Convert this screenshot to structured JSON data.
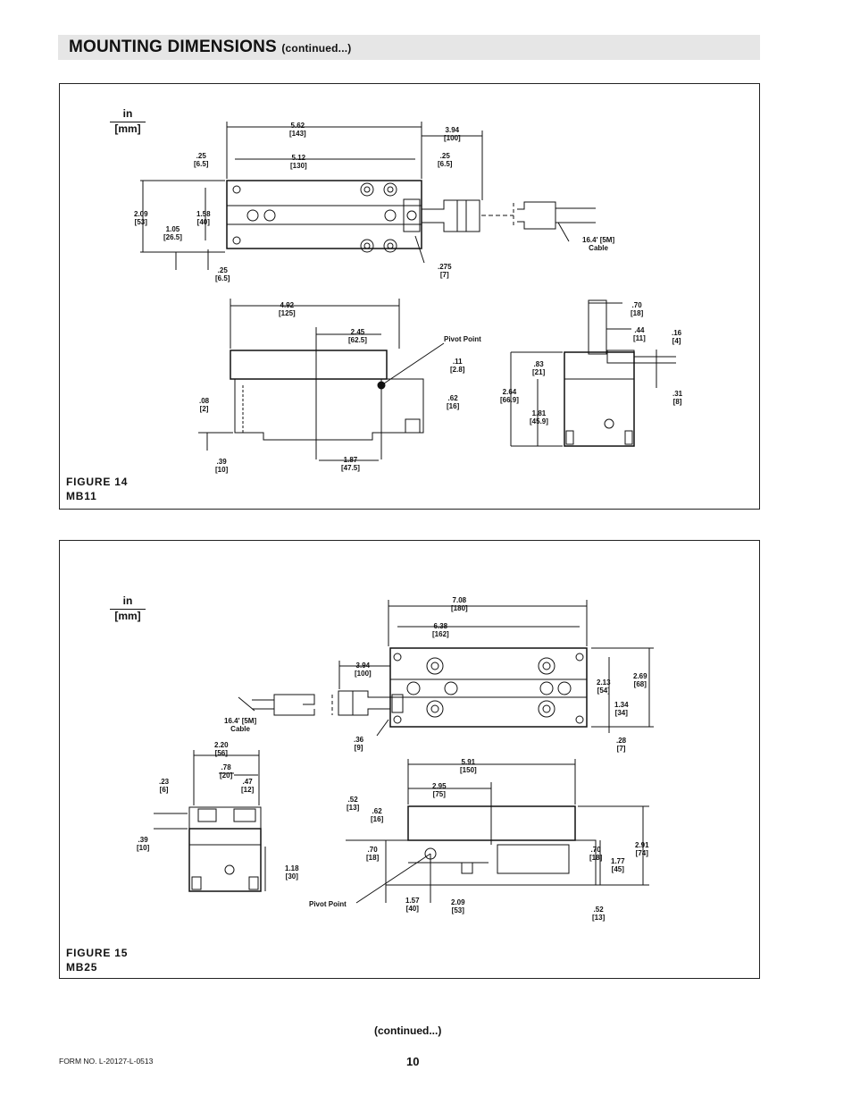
{
  "header": {
    "title": "MOUNTING DIMENSIONS",
    "title_suffix": "(continued...)"
  },
  "units": {
    "inch": "in",
    "mm": "[mm]"
  },
  "figure14": {
    "caption_line1": "FIGURE 14",
    "caption_line2": "MB11",
    "cable_label_1": "16.4' [5M]",
    "cable_label_2": "Cable",
    "pivot_label": "Pivot Point",
    "dims": [
      [
        "5.62",
        "[143]"
      ],
      [
        "3.94",
        "[100]"
      ],
      [
        ".25",
        "[6.5]"
      ],
      [
        "5.12",
        "[130]"
      ],
      [
        ".25",
        "[6.5]"
      ],
      [
        "2.09",
        "[53]"
      ],
      [
        "1.58",
        "[40]"
      ],
      [
        "1.05",
        "[26.5]"
      ],
      [
        ".25",
        "[6.5]"
      ],
      [
        ".275",
        "[7]"
      ],
      [
        "4.92",
        "[125]"
      ],
      [
        "2.45",
        "[62.5]"
      ],
      [
        ".11",
        "[2.8]"
      ],
      [
        ".08",
        "[2]"
      ],
      [
        ".62",
        "[16]"
      ],
      [
        ".39",
        "[10]"
      ],
      [
        "1.87",
        "[47.5]"
      ],
      [
        ".70",
        "[18]"
      ],
      [
        ".44",
        "[11]"
      ],
      [
        ".16",
        "[4]"
      ],
      [
        ".83",
        "[21]"
      ],
      [
        "2.64",
        "[66.9]"
      ],
      [
        "1.81",
        "[45.9]"
      ],
      [
        ".31",
        "[8]"
      ]
    ]
  },
  "figure15": {
    "caption_line1": "FIGURE 15",
    "caption_line2": "MB25",
    "cable_label_1": "16.4' [5M]",
    "cable_label_2": "Cable",
    "pivot_label": "Pivot Point",
    "dims": [
      [
        "7.08",
        "[180]"
      ],
      [
        "6.38",
        "[162]"
      ],
      [
        "3.94",
        "[100]"
      ],
      [
        "2.13",
        "[54]"
      ],
      [
        "2.69",
        "[68]"
      ],
      [
        "1.34",
        "[34]"
      ],
      [
        ".36",
        "[9]"
      ],
      [
        ".28",
        "[7]"
      ],
      [
        "2.20",
        "[56]"
      ],
      [
        ".78",
        "[20]"
      ],
      [
        ".47",
        "[12]"
      ],
      [
        ".23",
        "[6]"
      ],
      [
        ".39",
        "[10]"
      ],
      [
        "1.18",
        "[30]"
      ],
      [
        "5.91",
        "[150]"
      ],
      [
        "2.95",
        "[75]"
      ],
      [
        ".52",
        "[13]"
      ],
      [
        ".62",
        "[16]"
      ],
      [
        ".70",
        "[18]"
      ],
      [
        ".70",
        "[18]"
      ],
      [
        "2.91",
        "[74]"
      ],
      [
        "1.77",
        "[45]"
      ],
      [
        "1.57",
        "[40]"
      ],
      [
        "2.09",
        "[53]"
      ],
      [
        ".52",
        "[13]"
      ]
    ]
  },
  "footer": {
    "continued": "(continued...)",
    "form_no": "FORM NO. L-20127-L-0513",
    "page_number": "10"
  }
}
